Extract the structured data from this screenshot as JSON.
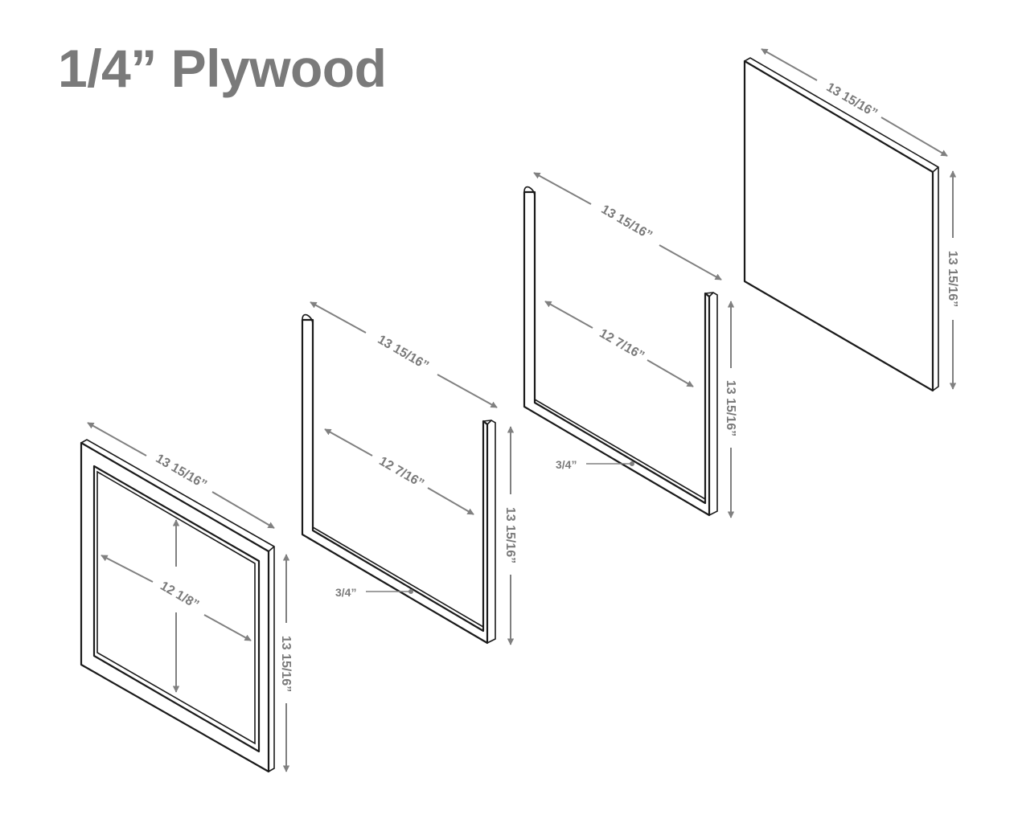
{
  "title": "1/4” Plywood",
  "colors": {
    "label_gray": "#7a7a7a",
    "dimension_gray": "#808080",
    "outline": "#1a1a1a"
  },
  "panels": [
    {
      "name": "frame-panel",
      "dimensions": {
        "top": "13 15/16”",
        "side": "13 15/16”",
        "inner": "12 1/8”"
      }
    },
    {
      "name": "u-panel-1",
      "dimensions": {
        "top": "13 15/16”",
        "inner": "12 7/16”",
        "side": "13 15/16”",
        "rail": "3/4”"
      }
    },
    {
      "name": "u-panel-2",
      "dimensions": {
        "top": "13 15/16”",
        "inner": "12 7/16”",
        "side": "13 15/16”",
        "rail": "3/4”"
      }
    },
    {
      "name": "solid-panel",
      "dimensions": {
        "top": "13 15/16”",
        "side": "13 15/16”"
      }
    }
  ]
}
